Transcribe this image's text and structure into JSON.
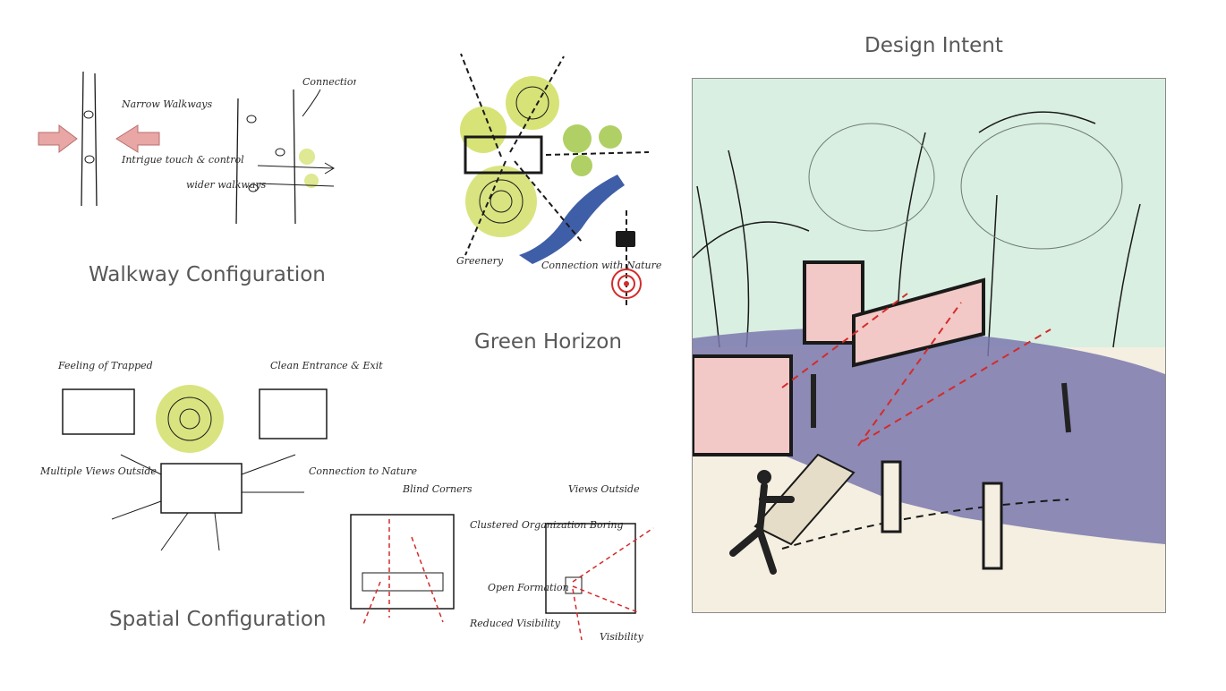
{
  "captions": {
    "walkway": "Walkway Configuration",
    "green": "Green Horizon",
    "spatial": "Spatial Configuration",
    "intent": "Design Intent"
  },
  "annotations": {
    "walkway": {
      "narrow": "Narrow Walkways",
      "intrigue": "Intrigue touch & control",
      "connection": "Connection outside",
      "wider": "wider walkways"
    },
    "green": {
      "greenery": "Greenery",
      "nature": "Connection with Nature"
    },
    "spatial": {
      "trapped": "Feeling of Trapped",
      "clean": "Clean Entrance & Exit",
      "multiple": "Multiple Views Outside",
      "connect": "Connection to Nature",
      "blind": "Blind Corners",
      "cluster": "Clustered Organization Boring",
      "views": "Views Outside",
      "open": "Open Formation",
      "reduced": "Reduced Visibility",
      "visibility": "Visibility"
    }
  },
  "colors": {
    "caption": "#585858",
    "ink": "#1a1a1a",
    "arrow_pink": "#e8a6a4",
    "foliage": "#c9d94a",
    "water": "#3f5ea8",
    "pond": "#7a78ae",
    "building": "#f2c9c6",
    "sky": "#d9efe1",
    "red_dash": "#d42b2b"
  }
}
